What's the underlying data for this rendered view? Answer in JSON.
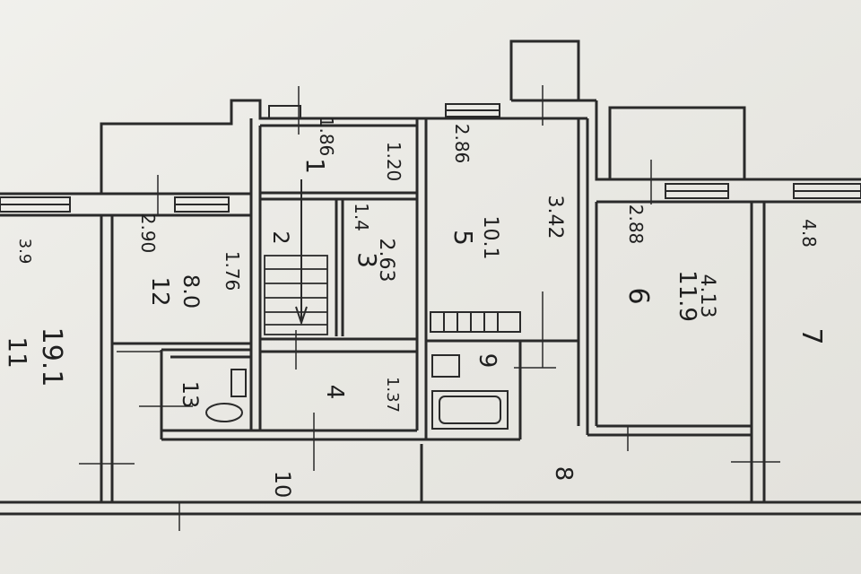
{
  "plan": {
    "labels": {
      "r1": "1",
      "r1_dim_a": "1.86",
      "r1_dim_b": "1.20",
      "r2": "2",
      "r2_dim": "1.4",
      "r3": "3",
      "r3_dim": "2.63",
      "r4": "4",
      "r4_dim": "1.37",
      "r5": "5",
      "r5_area": "10.1",
      "r5_dim_a": "2.86",
      "r5_dim_b": "3.42",
      "r6": "6",
      "r6_area": "11.9",
      "r6_dim_a": "2.88",
      "r6_dim_b": "4.13",
      "r7": "7",
      "r7_dim": "4.8",
      "r8": "8",
      "r9": "9",
      "r10": "10",
      "r11": "11",
      "r11_area": "19.1",
      "r11_dim": "3.9",
      "r12": "12",
      "r12_area": "8.0",
      "r12_dim_a": "2.90",
      "r12_dim_b": "1.76",
      "r13": "13"
    }
  }
}
